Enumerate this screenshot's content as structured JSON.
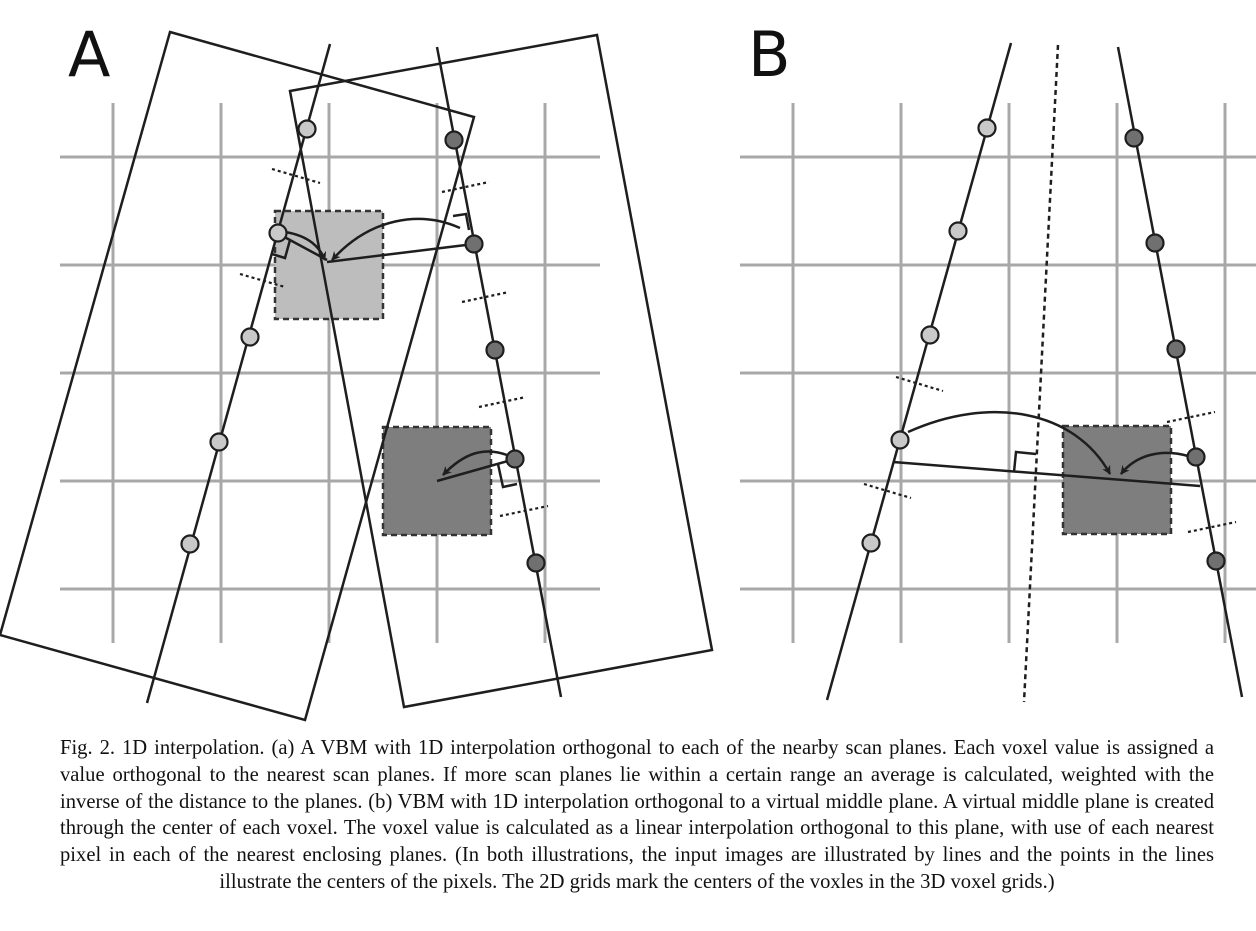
{
  "figure": {
    "panel_a_label": "A",
    "panel_b_label": "B"
  },
  "caption": {
    "text": "Fig. 2. 1D interpolation. (a) A VBM with 1D interpolation orthogonal to each of the nearby scan planes. Each voxel value is assigned a value orthogonal to the nearest scan planes. If more scan planes lie within a certain range an average is calculated, weighted with the inverse of the distance to the planes. (b) VBM with 1D interpolation orthogonal to a virtual middle plane. A virtual middle plane is created through the center of each voxel. The voxel value is calculated as a linear interpolation orthogonal to this plane, with use of each nearest pixel in each of the nearest enclosing planes. (In both illustrations, the input images are illustrated by lines and the points in the lines illustrate the centers of the pixels. The 2D grids mark the centers of the voxles in the 3D voxel grids.)"
  },
  "colors": {
    "grid": "#a8a8a8",
    "line": "#1e1e1e",
    "light_voxel": "#bdbdbd",
    "dark_voxel": "#7e7e7e",
    "light_pixel": "#c9c9c9",
    "dark_pixel": "#707070"
  }
}
